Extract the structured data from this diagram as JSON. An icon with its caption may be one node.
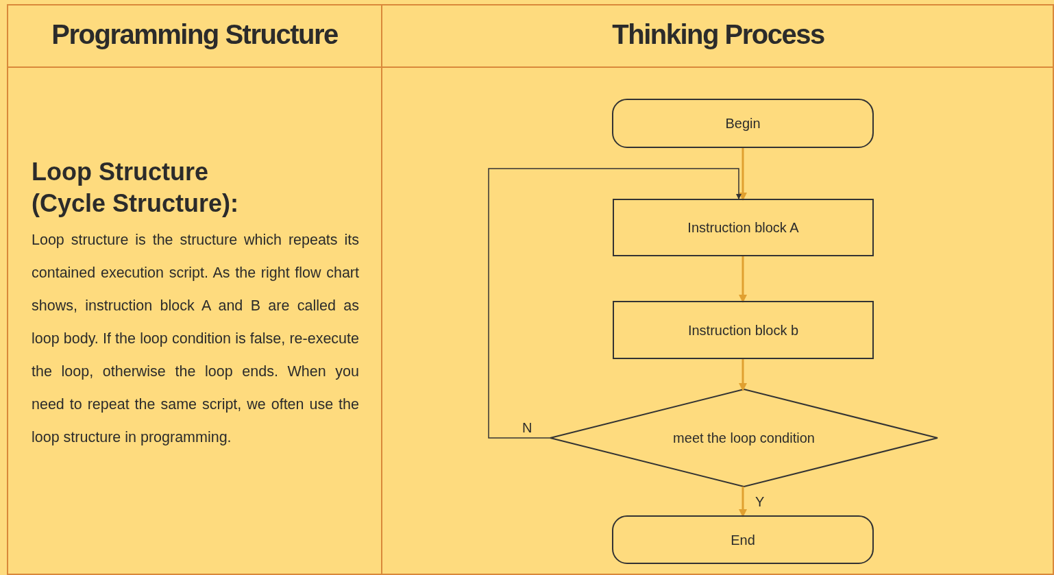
{
  "diagram": {
    "nodes": [
      {
        "text": [
          "Begin"
        ]
      },
      {
        "text": [
          "Instruction block A"
        ]
      },
      {
        "text": [
          "Instruction block b"
        ]
      },
      {
        "text": [
          "meet the loop condition"
        ]
      },
      {
        "text": [
          "End"
        ]
      }
    ],
    "edges": [
      {
        "from": 0,
        "to": 1,
        "arrow": "to"
      },
      {
        "from": 1,
        "to": 2,
        "arrow": "to"
      },
      {
        "from": 2,
        "to": 3,
        "arrow": "to"
      },
      {
        "from": 3,
        "to": 4,
        "arrow": "to",
        "label": "Y"
      },
      {
        "from": 3,
        "to": 1,
        "arrow": "to",
        "label": "N",
        "color": "#333333"
      }
    ],
    "labels": [
      "Programming Structure",
      "Thinking Process",
      "Loop Structure (Cycle Structure):",
      "Loop structure is the structure which repeats its contained execution script. As the right flow chart shows, instruction block A and B are called as loop body. If the loop condition is false, re-execute the loop, otherwise the loop ends. When you need to repeat the same script, we often use the loop structure in programming."
    ]
  }
}
